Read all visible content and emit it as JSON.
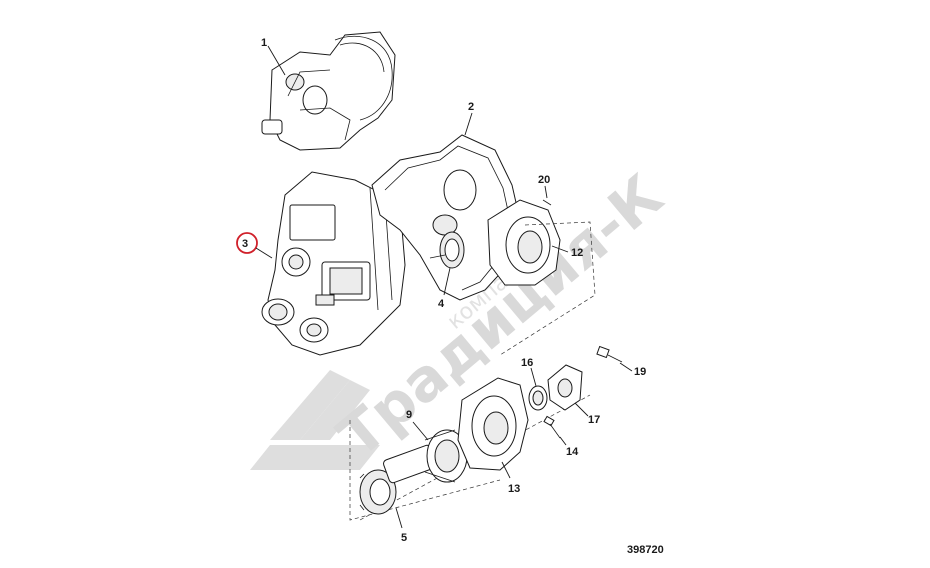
{
  "callouts": {
    "c1": "1",
    "c2": "2",
    "c3": "3",
    "c4": "4",
    "c5": "5",
    "c9": "9",
    "c12": "12",
    "c13": "13",
    "c14": "14",
    "c16": "16",
    "c17": "17",
    "c19": "19",
    "c20": "20"
  },
  "figure_number": "398720",
  "watermark": {
    "main": "Традиция-К",
    "sub": "компания"
  },
  "highlight_color": "#d0202a",
  "watermark_color": "#d9d9d9"
}
